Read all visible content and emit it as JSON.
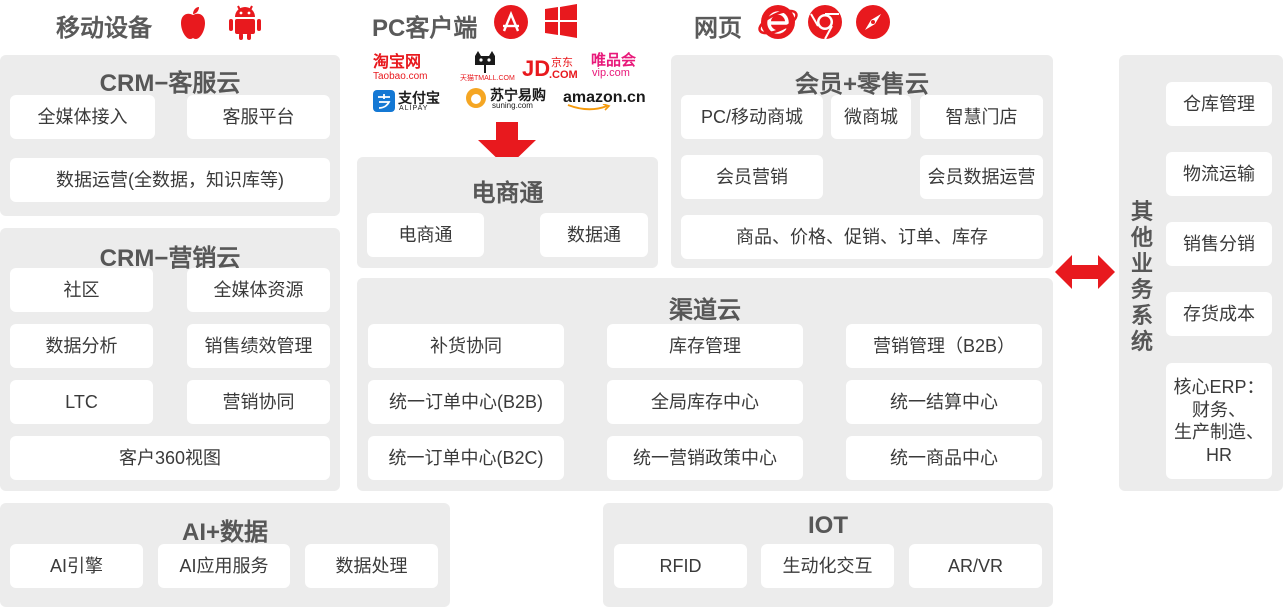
{
  "header": {
    "mobile": "移动设备",
    "pc": "PC客户端",
    "web": "网页"
  },
  "logos": {
    "taobao_cn": "淘宝网",
    "taobao_en": "Taobao.com",
    "tmall_en": "天猫TMALL.COM",
    "jd_en": "JD",
    "jd_cn": "京东",
    "jd_com": ".COM",
    "vip_cn": "唯品会",
    "vip_en": "vip.com",
    "alipay_cn": "支付宝",
    "alipay_en": "ALIPAY",
    "suning_cn": "苏宁易购",
    "suning_en": "suning.com",
    "amazon": "amazon.cn"
  },
  "crm_service": {
    "title": "CRM−客服云",
    "items": [
      "全媒体接入",
      "客服平台",
      "数据运营(全数据，知识库等)"
    ]
  },
  "crm_marketing": {
    "title": "CRM−营销云",
    "items": [
      "社区",
      "全媒体资源",
      "数据分析",
      "销售绩效管理",
      "LTC",
      "营销协同",
      "客户360视图"
    ]
  },
  "ecommerce": {
    "title": "电商通",
    "items": [
      "电商通",
      "数据通"
    ]
  },
  "member_retail": {
    "title": "会员+零售云",
    "items": [
      "PC/移动商城",
      "微商城",
      "智慧门店",
      "会员营销",
      "会员数据运营",
      "商品、价格、促销、订单、库存"
    ]
  },
  "channel": {
    "title": "渠道云",
    "items": [
      "补货协同",
      "库存管理",
      "营销管理（B2B）",
      "统一订单中心(B2B)",
      "全局库存中心",
      "统一结算中心",
      "统一订单中心(B2C)",
      "统一营销政策中心",
      "统一商品中心"
    ]
  },
  "ai_data": {
    "title": "AI+数据",
    "items": [
      "AI引擎",
      "AI应用服务",
      "数据处理"
    ]
  },
  "iot": {
    "title": "IOT",
    "items": [
      "RFID",
      "生动化交互",
      "AR/VR"
    ]
  },
  "other": {
    "title": [
      "其",
      "他",
      "业",
      "务",
      "系",
      "统"
    ],
    "items": [
      "仓库管理",
      "物流运输",
      "销售分销",
      "存货成本"
    ],
    "erp_lines": [
      "核心ERP：",
      "财务、",
      "生产制造、",
      "HR"
    ]
  },
  "colors": {
    "accent": "#e8191e",
    "panel": "#ececec",
    "cell": "#ffffff",
    "text": "#3a3a3a"
  }
}
